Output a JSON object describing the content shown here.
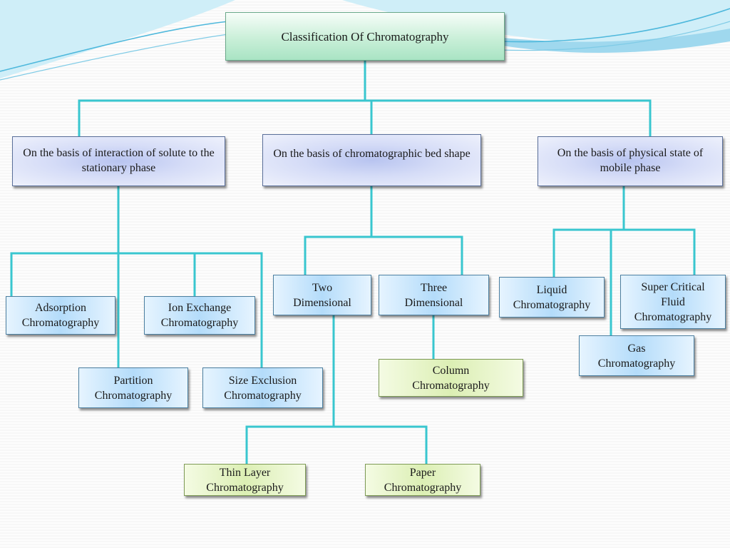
{
  "colors": {
    "connector": "#39c6cf",
    "wave_light": "#bfe6f4",
    "wave_dark": "#4eb8dc"
  },
  "nodes": {
    "root": "Classification Of Chromatography",
    "basis_interaction": "On the basis of interaction of solute to the stationary phase",
    "basis_bed_shape": "On the basis of chromatographic bed shape",
    "basis_physical_state": "On the basis of physical state of mobile phase",
    "adsorption": "Adsorption Chromatography",
    "ion_exchange": "Ion Exchange Chromatography",
    "partition": "Partition Chromatography",
    "size_exclusion": "Size Exclusion Chromatography",
    "two_dimensional": "Two Dimensional",
    "three_dimensional": "Three Dimensional",
    "column": "Column Chromatography",
    "thin_layer": "Thin Layer Chromatography",
    "paper": "Paper Chromatography",
    "liquid": "Liquid Chromatography",
    "gas": "Gas Chromatography",
    "super_critical": "Super Critical Fluid Chromatography"
  }
}
